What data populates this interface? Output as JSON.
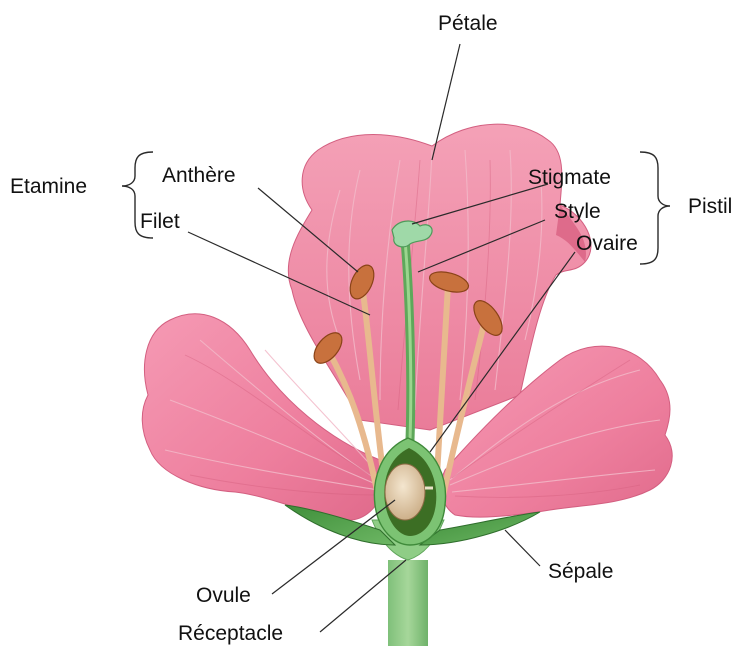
{
  "labels": {
    "petale": "Pétale",
    "etamine": "Etamine",
    "anthere": "Anthère",
    "filet": "Filet",
    "stigmate": "Stigmate",
    "style": "Style",
    "ovaire": "Ovaire",
    "pistil": "Pistil",
    "ovule": "Ovule",
    "receptacle": "Réceptacle",
    "sepale": "Sépale"
  }
}
